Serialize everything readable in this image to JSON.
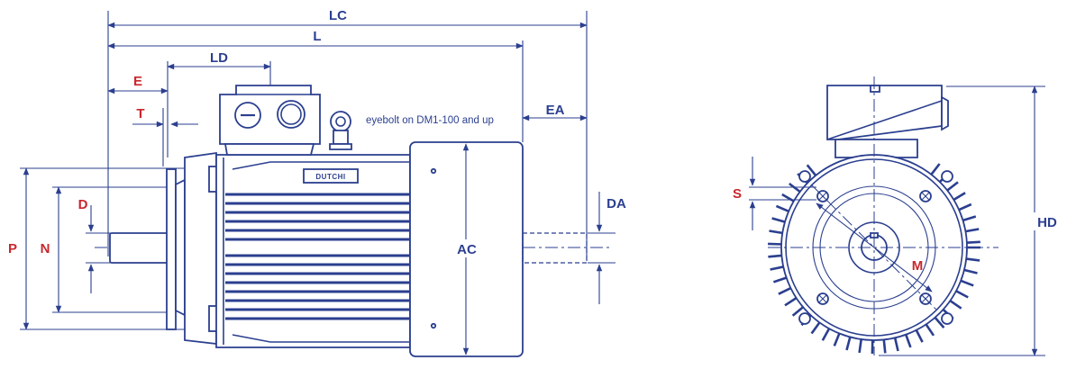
{
  "labels": {
    "lc": "LC",
    "l": "L",
    "ld": "LD",
    "e": "E",
    "t": "T",
    "ea": "EA",
    "d": "D",
    "da": "DA",
    "p": "P",
    "n": "N",
    "ac": "AC",
    "s": "S",
    "m": "M",
    "hd": "HD"
  },
  "note": "eyebolt on DM1-100 and up",
  "nameplate": "DUTCHI",
  "colors": {
    "line": "#2b3f8f",
    "standard_label": "#2b3f8f",
    "flange_label": "#c8272d",
    "background": "#ffffff"
  }
}
